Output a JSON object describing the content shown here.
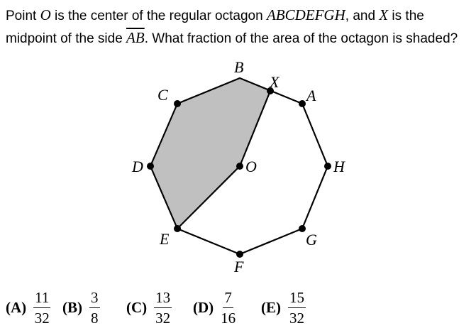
{
  "question": {
    "p1": "Point ",
    "center": "O",
    "p2": " is the center of the regular octagon ",
    "octagon": "ABCDEFGH",
    "p3": ", and ",
    "midpoint": "X",
    "p4": " is the midpoint of the side ",
    "side": "AB",
    "p5": ". What fraction of the area of the octagon is shaded?"
  },
  "figure": {
    "labels": {
      "A": "A",
      "B": "B",
      "C": "C",
      "D": "D",
      "E": "E",
      "F": "F",
      "G": "G",
      "H": "H",
      "X": "X",
      "O": "O"
    },
    "shade_color": "#c0c0c0",
    "stroke_color": "#000000"
  },
  "choices": [
    {
      "letter": "(A)",
      "num": "11",
      "den": "32"
    },
    {
      "letter": "(B)",
      "num": "3",
      "den": "8"
    },
    {
      "letter": "(C)",
      "num": "13",
      "den": "32"
    },
    {
      "letter": "(D)",
      "num": "7",
      "den": "16"
    },
    {
      "letter": "(E)",
      "num": "15",
      "den": "32"
    }
  ]
}
